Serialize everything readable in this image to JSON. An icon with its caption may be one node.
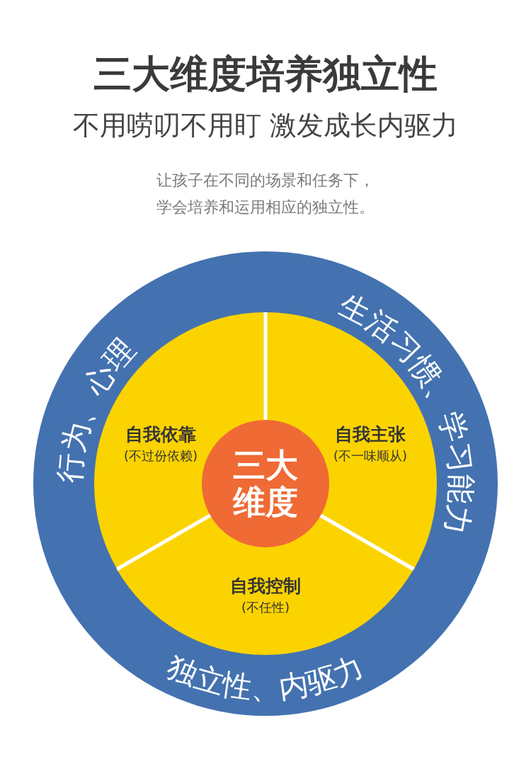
{
  "diagram": {
    "title": "三大维度培养独立性",
    "nodes": [
      {
        "text": [
          "行为、心理",
          "生活习惯、学习能力",
          "独立性、内驱力"
        ]
      },
      {
        "text": [
          "自我依靠",
          "(不过份依赖)"
        ],
        "in": 0
      },
      {
        "text": [
          "自我主张",
          "(不一味顺从)"
        ],
        "in": 0
      },
      {
        "text": [
          "自我控制",
          "(不任性)"
        ],
        "in": 0
      },
      {
        "text": [
          "三大维度"
        ],
        "in": 0
      }
    ],
    "labels": [
      "不用唠叨不用盯 激发成长内驱力",
      "让孩子在不同的场景和任务下，学会培养和运用相应的独立性。"
    ]
  }
}
